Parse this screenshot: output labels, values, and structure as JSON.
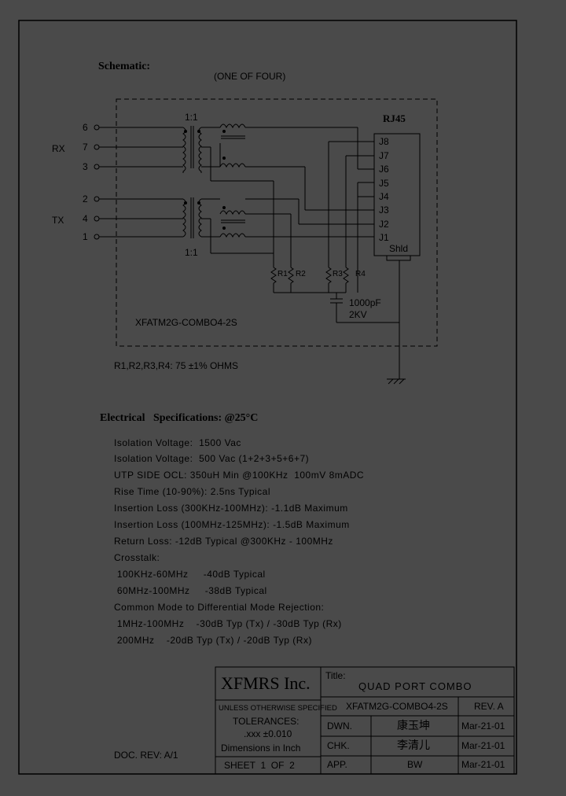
{
  "schematic": {
    "title": "Schematic:",
    "subtitle": "(ONE OF FOUR)",
    "connector_label": "RJ45",
    "ratio_top": "1:1",
    "ratio_bottom": "1:1",
    "rx_label": "RX",
    "tx_label": "TX",
    "rx_pins": [
      "6",
      "7",
      "3"
    ],
    "tx_pins": [
      "2",
      "4",
      "1"
    ],
    "jack_pins": [
      "J8",
      "J7",
      "J6",
      "J5",
      "J4",
      "J3",
      "J2",
      "J1"
    ],
    "shield_label": "Shld",
    "resistors": [
      "R1",
      "R2",
      "R3",
      "R4"
    ],
    "cap_value": "1000pF",
    "cap_voltage": "2KV",
    "part_number": "XFATM2G-COMBO4-2S",
    "resistor_note": "R1,R2,R3,R4: 75 ±1% OHMS"
  },
  "electrical": {
    "title": "Electrical   Specifications: @25°C",
    "lines": [
      "Isolation Voltage:  1500 Vac",
      "Isolation Voltage:  500 Vac (1+2+3+5+6+7)",
      "UTP SIDE OCL: 350uH Min @100KHz  100mV 8mADC",
      "Rise Time (10-90%): 2.5ns Typical",
      "Insertion Loss (300KHz-100MHz): -1.1dB Maximum",
      "Insertion Loss (100MHz-125MHz): -1.5dB Maximum",
      "Return Loss: -12dB Typical @300KHz - 100MHz",
      "Crosstalk:",
      " 100KHz-60MHz     -40dB Typical",
      " 60MHz-100MHz     -38dB Typical",
      "Common Mode to Differential Mode Rejection:",
      " 1MHz-100MHz    -30dB Typ (Tx) / -30dB Typ (Rx)",
      " 200MHz    -20dB Typ (Tx) / -20dB Typ (Rx)"
    ]
  },
  "title_block": {
    "company": "XFMRS Inc.",
    "title_label": "Title:",
    "title_value": "QUAD PORT COMBO",
    "unless": "UNLESS OTHERWISE SPECIFIED",
    "tolerances": "TOLERANCES:",
    "tolerance_value": ".xxx ±0.010",
    "dimensions": "Dimensions in Inch",
    "sheet": "SHEET  1  OF  2",
    "part_number": "XFATM2G-COMBO4-2S",
    "rev": "REV. A",
    "dwn_label": "DWN.",
    "dwn_sign": "康玉坤",
    "dwn_date": "Mar-21-01",
    "chk_label": "CHK.",
    "chk_sign": "李清儿",
    "chk_date": "Mar-21-01",
    "app_label": "APP.",
    "app_sign": "BW",
    "app_date": "Mar-21-01"
  },
  "doc_rev": "DOC. REV: A/1"
}
